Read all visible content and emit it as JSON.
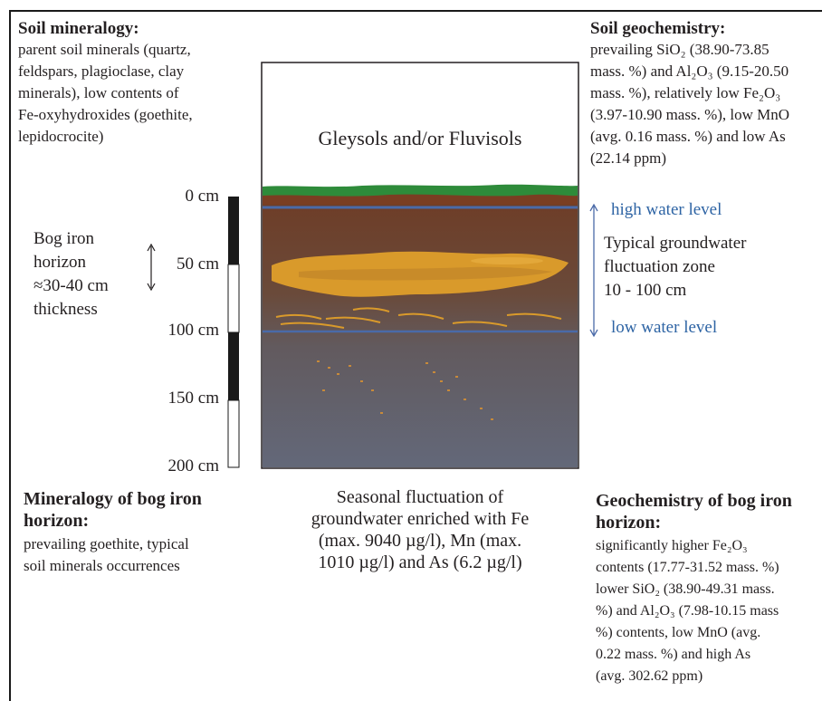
{
  "soil_mineralogy": {
    "heading": "Soil mineralogy:",
    "text": "parent soil minerals (quartz,\nfeldspars, plagioclase, clay\nminerals), low contents of\nFe-oxyhydroxides (goethite,\nlepidocrocite)"
  },
  "soil_geochemistry": {
    "heading": "Soil geochemistry:",
    "line1": "prevailing SiO₂ (38.90-73.85",
    "line2": "mass. %) and Al₂O₃ (9.15-20.50",
    "line3": "mass. %), relatively low Fe₂O₃",
    "line4": "(3.97-10.90 mass. %), low MnO",
    "line5": "(avg. 0.16 mass. %) and low As",
    "line6": "(22.14 ppm)"
  },
  "profile": {
    "soil_type": "Gleysols and/or Fluvisols"
  },
  "scale": {
    "labels": [
      "0 cm",
      "50 cm",
      "100 cm",
      "150 cm",
      "200 cm"
    ]
  },
  "bog_iron_note": "Bog iron\nhorizon\n≈30-40 cm\nthickness",
  "water": {
    "high": "high water level",
    "low": "low water level",
    "zone": "Typical groundwater\nfluctuation zone\n10 - 100 cm"
  },
  "mineralogy_bog": {
    "heading": "Mineralogy of bog iron\nhorizon:",
    "text": "prevailing goethite, typical\nsoil minerals occurrences"
  },
  "seasonal": {
    "text": "Seasonal fluctuation of\ngroundwater enriched with Fe\n(max. 9040 µg/l), Mn (max.\n1010 µg/l) and As (6.2 µg/l)"
  },
  "geochemistry_bog": {
    "heading": "Geochemistry of bog iron\nhorizon:",
    "text": "significantly higher Fe₂O₃\ncontents (17.77-31.52 mass. %)\nlower SiO₂ (38.90-49.31 mass.\n%) and Al₂O₃ (7.98-10.15 mass\n%) contents, low MnO (avg.\n0.22 mass. %) and high As\n(avg. 302.62 ppm)"
  },
  "colors": {
    "grass": "#2e8b3a",
    "topsoil": "#6b3a24",
    "iron_horizon": "#d99a2b",
    "gley": "#6b6a74",
    "water_line": "#4a6aa8"
  }
}
